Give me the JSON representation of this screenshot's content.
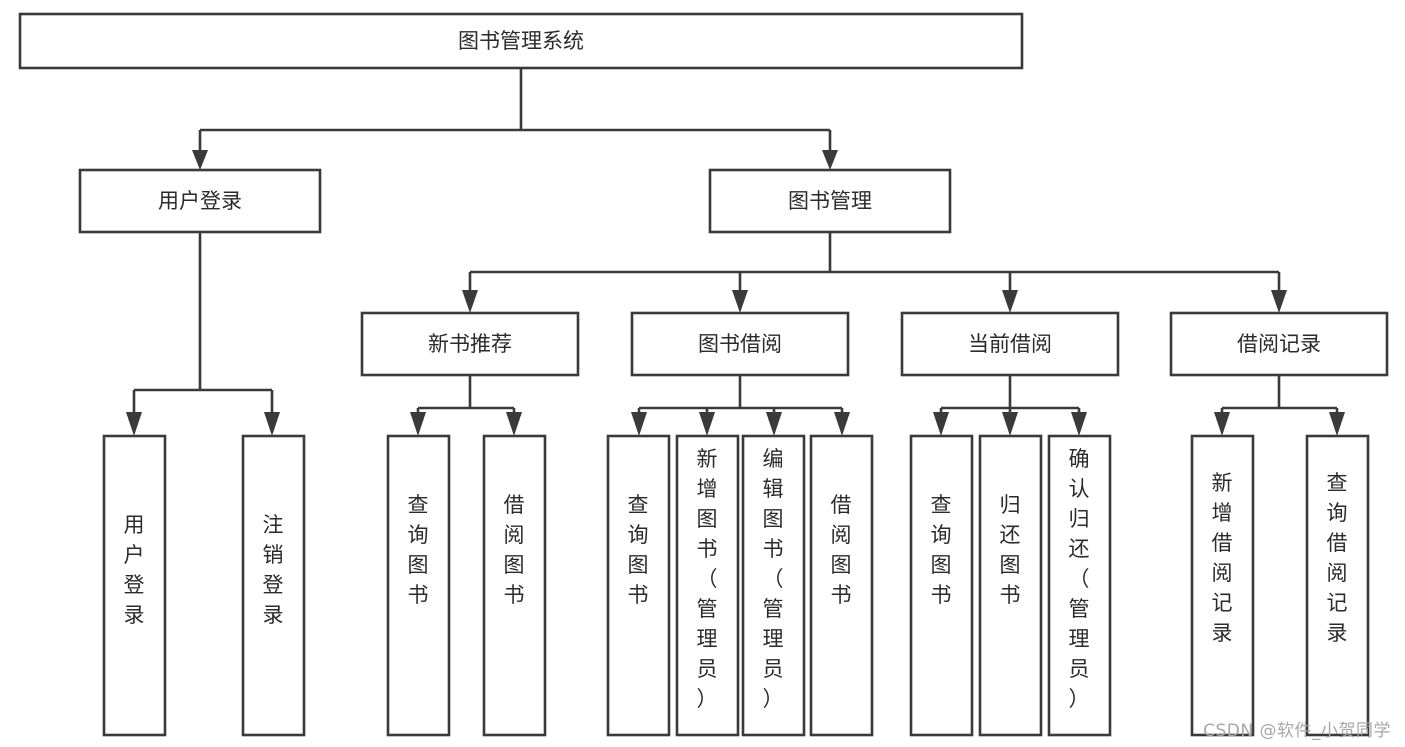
{
  "diagram": {
    "type": "tree-hierarchy-flowchart",
    "title": "图书管理系统",
    "watermark": "CSDN @软件_小贺同学",
    "colors": {
      "box_stroke": "#3a3a3a",
      "box_fill": "#ffffff",
      "connector": "#3a3a3a",
      "text": "#2b2b2b",
      "background": "#ffffff",
      "watermark": "#a8a8a8"
    },
    "levels": {
      "root": {
        "label": "图书管理系统"
      },
      "level2": [
        {
          "label": "用户登录"
        },
        {
          "label": "图书管理"
        }
      ],
      "level3": [
        {
          "label": "新书推荐"
        },
        {
          "label": "图书借阅"
        },
        {
          "label": "当前借阅"
        },
        {
          "label": "借阅记录"
        }
      ],
      "leaves": {
        "user_login": [
          {
            "label": "用户登录"
          },
          {
            "label": "注销登录"
          }
        ],
        "new_book_recommend": [
          {
            "label": "查询图书"
          },
          {
            "label": "借阅图书"
          }
        ],
        "book_borrow": [
          {
            "label": "查询图书"
          },
          {
            "label": "新增图书（管理员）"
          },
          {
            "label": "编辑图书（管理员）"
          },
          {
            "label": "借阅图书"
          }
        ],
        "current_borrow": [
          {
            "label": "查询图书"
          },
          {
            "label": "归还图书"
          },
          {
            "label": "确认归还（管理员）"
          }
        ],
        "borrow_record": [
          {
            "label": "新增借阅记录"
          },
          {
            "label": "查询借阅记录"
          }
        ]
      }
    }
  }
}
